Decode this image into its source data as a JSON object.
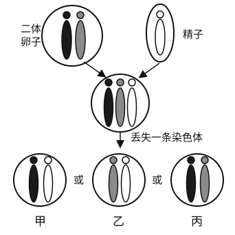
{
  "labels": {
    "diploid_egg_line1": "二体",
    "diploid_egg_line2": "卵子",
    "sperm": "精子",
    "loss_step": "丢失一条染色体",
    "or_1": "或",
    "or_2": "或",
    "result_a": "甲",
    "result_b": "乙",
    "result_c": "丙"
  },
  "colors": {
    "black": "#1a1a1a",
    "gray": "#8a8a8a",
    "white": "#ffffff",
    "outline": "#111111"
  }
}
